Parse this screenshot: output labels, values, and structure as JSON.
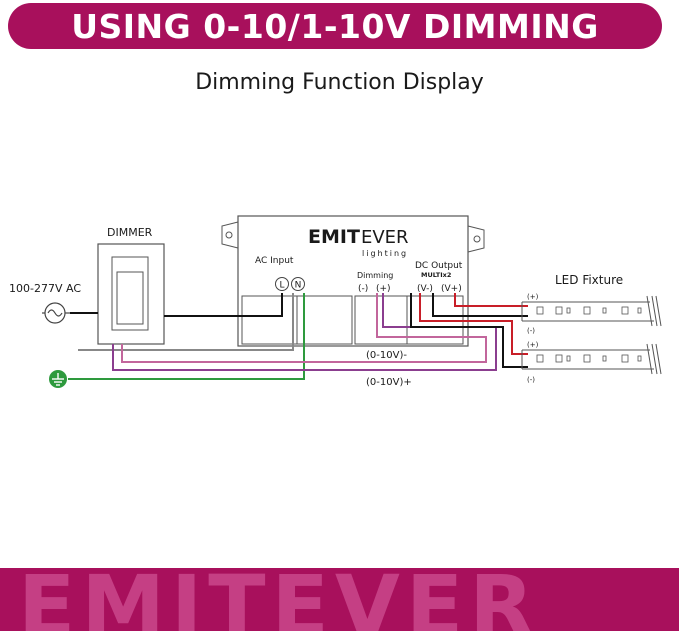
{
  "banner": {
    "title": "USING 0-10/1-10V DIMMING"
  },
  "subtitle": "Dimming Function Display",
  "diagram": {
    "dimmer_label": "DIMMER",
    "ac_source_label": "100-277V AC",
    "brand_bold": "EMIT",
    "brand_light": "EVER",
    "brand_sub": "lighting",
    "ac_input_label": "AC Input",
    "terminal_l": "L",
    "terminal_n": "N",
    "dimming_label": "Dimming",
    "dimming_minus": "(-)",
    "dimming_plus": "(+)",
    "dc_output_label": "DC Output",
    "multi_label": "MULTIx2",
    "dc_minus": "(V-)",
    "dc_plus": "(V+)",
    "wire_minus_label": "(0-10V)-",
    "wire_plus_label": "(0-10V)+",
    "led_fixture_label": "LED Fixture",
    "strip1_plus": "(+)",
    "strip1_minus": "(-)",
    "strip2_plus": "(+)",
    "strip2_minus": "(-)"
  },
  "footer": {
    "watermark": "EMITEVER"
  },
  "colors": {
    "brand": "#a8105c",
    "wire_purple": "#8b3e8f",
    "wire_pink": "#c2669c",
    "wire_green": "#2e9a3e",
    "wire_red": "#c81e28",
    "wire_black": "#111111"
  }
}
